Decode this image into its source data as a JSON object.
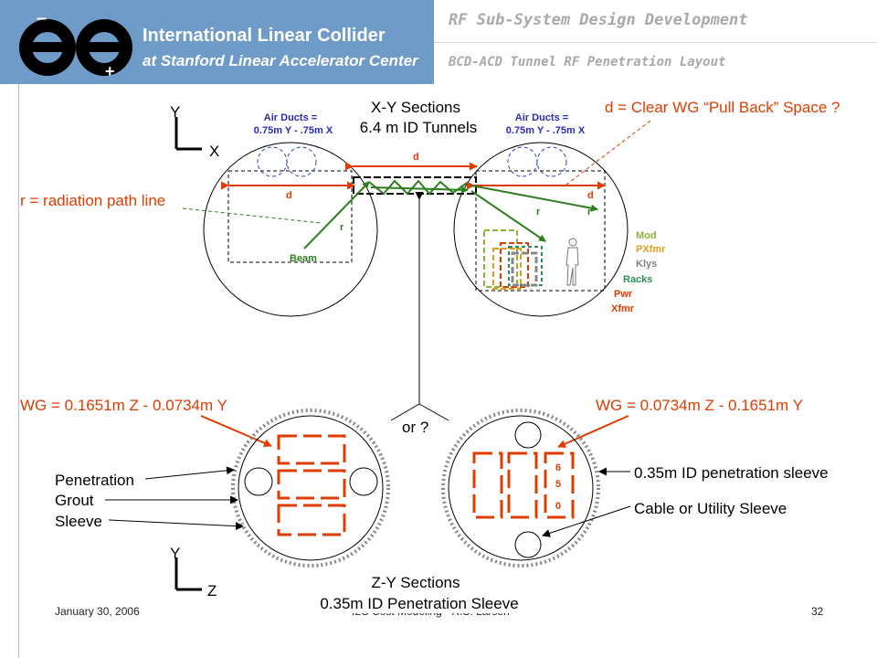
{
  "header": {
    "logo_line1": "International Linear Collider",
    "logo_line2": "at Stanford Linear Accelerator Center",
    "title": "RF Sub-System Design Development",
    "subtitle": "BCD-ACD Tunnel RF Penetration Layout"
  },
  "xy": {
    "axis_y": "Y",
    "axis_x": "X",
    "section_title": "X-Y Sections",
    "section_sub": "6.4 m ID Tunnels",
    "ducts_left_1": "Air Ducts =",
    "ducts_left_2": "0.75m Y - .75m X",
    "ducts_right_1": "Air Ducts =",
    "ducts_right_2": "0.75m Y - .75m X",
    "d_label": "d = Clear WG “Pull Back” Space ?",
    "r_label": "r = radiation path line",
    "d_top": "d",
    "d_left": "d",
    "d_right": "d",
    "r_left": "r",
    "r_right1": "r",
    "r_right2": "r",
    "beam": "Beam",
    "legend": [
      {
        "text": "Mod",
        "color": "#8db33a"
      },
      {
        "text": "PXfmr",
        "color": "#e39b1b"
      },
      {
        "text": "Klys",
        "color": "#808080"
      },
      {
        "text": "Racks",
        "color": "#2e8b57"
      },
      {
        "text": "Pwr",
        "color": "#e03c00"
      },
      {
        "text": "Xfmr",
        "color": "#e03c00"
      }
    ]
  },
  "zy": {
    "wg_left": "WG = 0.1651m Z -  0.0734m Y",
    "wg_right": "WG = 0.0734m  Z -  0.1651m Y",
    "or_label": "or ?",
    "penetration": "Penetration",
    "grout": "Grout",
    "sleeve": "Sleeve",
    "sleeve_note": "0.35m ID penetration sleeve",
    "cable_note": "Cable or Utility Sleeve",
    "digits": [
      "6",
      "5",
      "0"
    ],
    "axis_y": "Y",
    "axis_z": "Z",
    "section_title": "Z-Y Sections",
    "section_sub": "0.35m ID Penetration Sleeve"
  },
  "footer": {
    "date": "January 30, 2006",
    "center": "ILC Cost Modeling - R.S. Larsen",
    "page": "32"
  },
  "colors": {
    "accent_red": "#e03c00",
    "beam_green": "#2e7d1e",
    "duct_blue": "#3340c0",
    "banner_blue": "#6f9bc9"
  }
}
